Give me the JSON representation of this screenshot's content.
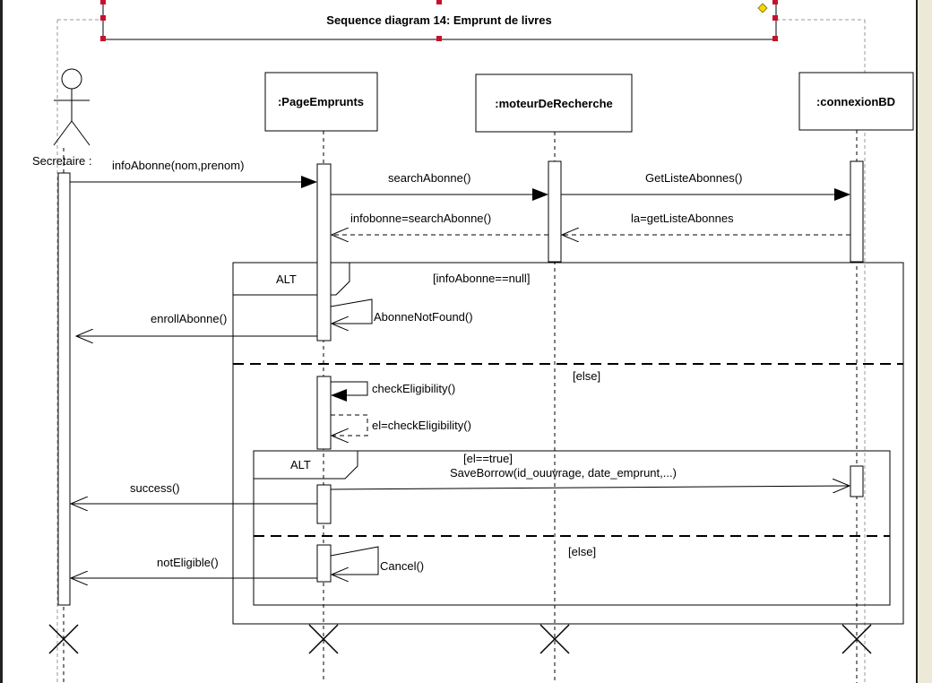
{
  "diagram": {
    "title": "Sequence diagram 14: Emprunt de livres",
    "actor": {
      "label": "Secretaire :"
    },
    "objects": [
      {
        "id": "page",
        "label": ":PageEmprunts"
      },
      {
        "id": "moteur",
        "label": ":moteurDeRecherche"
      },
      {
        "id": "bd",
        "label": ":connexionBD"
      }
    ],
    "messages": {
      "m1": "infoAbonne(nom,prenom)",
      "m2": "searchAbonne()",
      "m3": "GetListeAbonnes()",
      "m4": "la=getListeAbonnes",
      "m5": "infobonne=searchAbonne()",
      "m6": "AbonneNotFound()",
      "m7": "enrollAbonne()",
      "m8": "checkEligibility()",
      "m9": "el=checkEligibility()",
      "m10": "SaveBorrow(id_ouuvrage, date_emprunt,...)",
      "m11": "success()",
      "m12": "Cancel()",
      "m13": "notEligible()"
    },
    "fragments": {
      "outer": {
        "operator": "ALT",
        "guard1": "[infoAbonne==null]",
        "guard2": "[else]"
      },
      "inner": {
        "operator": "ALT",
        "guard1": "[el==true]",
        "guard2": "[else]"
      }
    }
  }
}
